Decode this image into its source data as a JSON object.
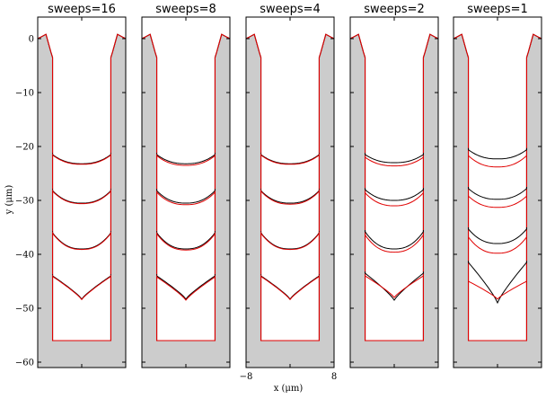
{
  "chart_data": {
    "type": "line",
    "xlabel": "x (μm)",
    "ylabel": "y (μm)",
    "xlim": [
      -8,
      8
    ],
    "ylim": [
      -61,
      4
    ],
    "x_tick_values": [
      -8,
      8
    ],
    "x_tick_labels": [
      "−8",
      "8"
    ],
    "y_tick_values": [
      0,
      -10,
      -20,
      -30,
      -40,
      -50,
      -60
    ],
    "y_tick_labels": [
      "0",
      "−10",
      "−20",
      "−30",
      "−40",
      "−50",
      "−60"
    ],
    "colors": {
      "substrate": "#cccccc",
      "reference": "#000000",
      "result": "#e00000"
    },
    "trench": {
      "half_width": 5.3,
      "bottom": -56,
      "top_ridge_x": 6.5,
      "top_ridge_y": 0.8
    },
    "panels": [
      {
        "title": "sweeps=16",
        "reference_fronts": [
          {
            "wall_y": -21.5,
            "center_y": -23.2,
            "profile": "round"
          },
          {
            "wall_y": -28.2,
            "center_y": -30.5,
            "profile": "round"
          },
          {
            "wall_y": -36.0,
            "center_y": -39.0,
            "profile": "round"
          },
          {
            "wall_y": -44.0,
            "center_y": -48.3,
            "profile": "cusp"
          }
        ],
        "result_fronts": [
          {
            "wall_y": -21.6,
            "center_y": -23.3,
            "profile": "round"
          },
          {
            "wall_y": -28.3,
            "center_y": -30.6,
            "profile": "round"
          },
          {
            "wall_y": -36.1,
            "center_y": -39.1,
            "profile": "round"
          },
          {
            "wall_y": -44.1,
            "center_y": -48.4,
            "profile": "cusp"
          }
        ]
      },
      {
        "title": "sweeps=8",
        "reference_fronts": [
          {
            "wall_y": -21.5,
            "center_y": -23.2,
            "profile": "round"
          },
          {
            "wall_y": -28.2,
            "center_y": -30.5,
            "profile": "round"
          },
          {
            "wall_y": -36.0,
            "center_y": -39.0,
            "profile": "round"
          },
          {
            "wall_y": -44.0,
            "center_y": -48.3,
            "profile": "cusp"
          }
        ],
        "result_fronts": [
          {
            "wall_y": -21.7,
            "center_y": -23.5,
            "profile": "round"
          },
          {
            "wall_y": -28.5,
            "center_y": -30.8,
            "profile": "round"
          },
          {
            "wall_y": -36.2,
            "center_y": -39.2,
            "profile": "round"
          },
          {
            "wall_y": -44.2,
            "center_y": -48.5,
            "profile": "cusp"
          }
        ]
      },
      {
        "title": "sweeps=4",
        "reference_fronts": [
          {
            "wall_y": -21.5,
            "center_y": -23.2,
            "profile": "round"
          },
          {
            "wall_y": -28.2,
            "center_y": -30.5,
            "profile": "round"
          },
          {
            "wall_y": -36.0,
            "center_y": -39.0,
            "profile": "round"
          },
          {
            "wall_y": -44.0,
            "center_y": -48.3,
            "profile": "cusp"
          }
        ],
        "result_fronts": [
          {
            "wall_y": -21.6,
            "center_y": -23.3,
            "profile": "round"
          },
          {
            "wall_y": -28.3,
            "center_y": -30.7,
            "profile": "round"
          },
          {
            "wall_y": -36.1,
            "center_y": -39.1,
            "profile": "round"
          },
          {
            "wall_y": -44.1,
            "center_y": -48.4,
            "profile": "cusp"
          }
        ]
      },
      {
        "title": "sweeps=2",
        "reference_fronts": [
          {
            "wall_y": -21.5,
            "center_y": -23.0,
            "profile": "round"
          },
          {
            "wall_y": -28.0,
            "center_y": -30.0,
            "profile": "round"
          },
          {
            "wall_y": -35.8,
            "center_y": -39.0,
            "profile": "round"
          },
          {
            "wall_y": -43.5,
            "center_y": -48.5,
            "profile": "cusp"
          }
        ],
        "result_fronts": [
          {
            "wall_y": -22.0,
            "center_y": -23.6,
            "profile": "round"
          },
          {
            "wall_y": -28.6,
            "center_y": -31.0,
            "profile": "round"
          },
          {
            "wall_y": -36.4,
            "center_y": -39.6,
            "profile": "round"
          },
          {
            "wall_y": -44.0,
            "center_y": -48.0,
            "profile": "cusp"
          }
        ]
      },
      {
        "title": "sweeps=1",
        "reference_fronts": [
          {
            "wall_y": -20.6,
            "center_y": -22.3,
            "profile": "round"
          },
          {
            "wall_y": -27.8,
            "center_y": -29.8,
            "profile": "round"
          },
          {
            "wall_y": -35.3,
            "center_y": -38.0,
            "profile": "round"
          },
          {
            "wall_y": -41.5,
            "center_y": -49.0,
            "profile": "cusp"
          }
        ],
        "result_fronts": [
          {
            "wall_y": -21.7,
            "center_y": -23.8,
            "profile": "round"
          },
          {
            "wall_y": -29.2,
            "center_y": -31.3,
            "profile": "round"
          },
          {
            "wall_y": -36.8,
            "center_y": -39.8,
            "profile": "round"
          },
          {
            "wall_y": -45.0,
            "center_y": -48.3,
            "profile": "cusp"
          }
        ]
      }
    ]
  }
}
